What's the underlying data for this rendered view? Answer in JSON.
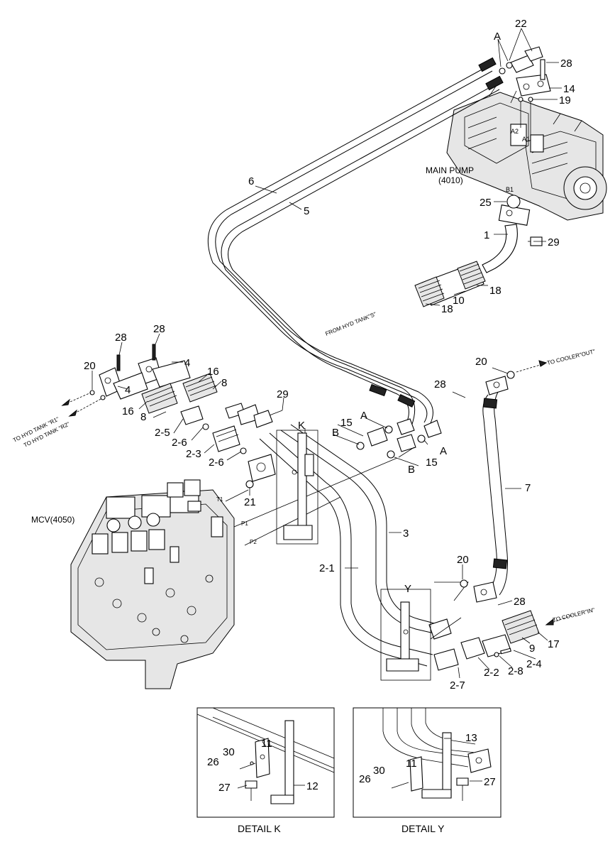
{
  "callouts": {
    "c22": "22",
    "c28a": "28",
    "c14": "14",
    "c19": "19",
    "cAtop": "A",
    "c6": "6",
    "c5": "5",
    "c25": "25",
    "c1": "1",
    "c29a": "29",
    "c18a": "18",
    "c10": "10",
    "c18b": "18",
    "c28b": "28",
    "c28c": "28",
    "c20a": "20",
    "c4a": "4",
    "c4b": "4",
    "c16a": "16",
    "c8a": "8",
    "c16b": "16",
    "c8b": "8",
    "c2_5": "2-5",
    "c2_6a": "2-6",
    "c2_3": "2-3",
    "c2_6b": "2-6",
    "c29b": "29",
    "cK": "K",
    "c15a": "15",
    "cBa": "B",
    "cAa": "A",
    "c15b": "15",
    "cBb": "B",
    "cAb": "A",
    "c21": "21",
    "c20b": "20",
    "c28d": "28",
    "c7": "7",
    "c3": "3",
    "c2_1": "2-1",
    "c20c": "20",
    "c28e": "28",
    "cY": "Y",
    "c17": "17",
    "c9": "9",
    "c2_4": "2-4",
    "c2_8": "2-8",
    "c2_2": "2-2",
    "c2_7": "2-7",
    "k11": "11",
    "k30": "30",
    "k26": "26",
    "k27": "27",
    "k12": "12",
    "y13": "13",
    "y11": "11",
    "y30": "30",
    "y26": "26",
    "y27": "27"
  },
  "labels": {
    "main_pump": "MAIN PUMP",
    "main_pump_code": "(4010)",
    "mcv": "MCV(4050)",
    "from_tank": "FROM HYD TANK\"S\"",
    "to_cooler_out": "TO COOLER\"OUT\"",
    "to_cooler_in": "TO COOLER\"IN\"",
    "to_tank_r1": "TO HYD TANK \"R1\"",
    "to_tank_r2": "TO HYD TANK \"R2\"",
    "port_a2": "A2",
    "port_a1": "A1",
    "port_b1": "B1",
    "port_t1": "T1",
    "port_p1": "P1",
    "port_p2": "P2"
  },
  "details": {
    "k_title": "DETAIL K",
    "y_title": "DETAIL Y"
  }
}
